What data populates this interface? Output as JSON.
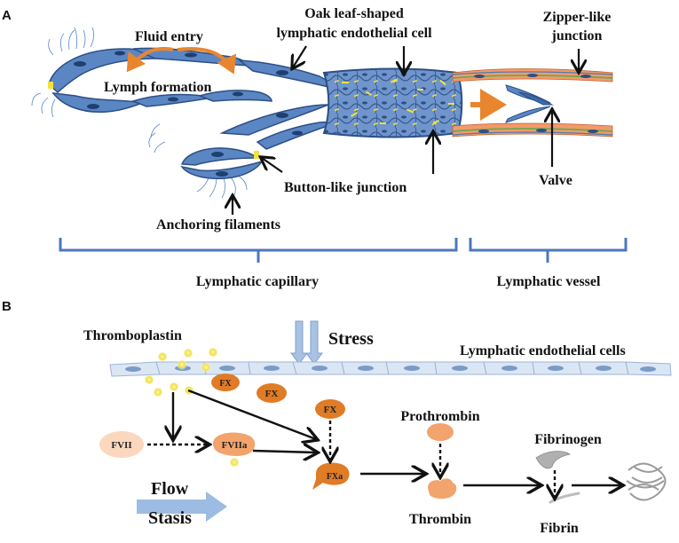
{
  "panel_a": {
    "letter": "A",
    "fluid_entry": "Fluid entry",
    "lymph_formation": "Lymph formation",
    "oak_leaf_line1": "Oak leaf-shaped",
    "oak_leaf_line2": "lymphatic endothelial cell",
    "zipper_line1": "Zipper-like",
    "zipper_line2": "junction",
    "button_junction": "Button-like junction",
    "valve": "Valve",
    "anchoring": "Anchoring  filaments",
    "capillary": "Lymphatic capillary",
    "vessel": "Lymphatic vessel"
  },
  "panel_b": {
    "letter": "B",
    "thromboplastin": "Thromboplastin",
    "stress": "Stress",
    "lec": "Lymphatic endothelial cells",
    "fx1": "FX",
    "fx2": "FX",
    "fx3": "FX",
    "fvii": "FVII",
    "fviia": "FVIIa",
    "fxa": "FXa",
    "prothrombin": "Prothrombin",
    "thrombin": "Thrombin",
    "fibrinogen": "Fibrinogen",
    "fibrin": "Fibrin",
    "flow": "Flow",
    "stasis": "Stasis"
  },
  "colors": {
    "cell_fill": "#5b86c4",
    "cell_stroke": "#2c4f86",
    "junction": "#f2e23a",
    "orange": "#e8862f",
    "lec_fill": "#dbe6f4",
    "pale_orange": "#f8cba8",
    "bracket": "#4a78bd"
  }
}
